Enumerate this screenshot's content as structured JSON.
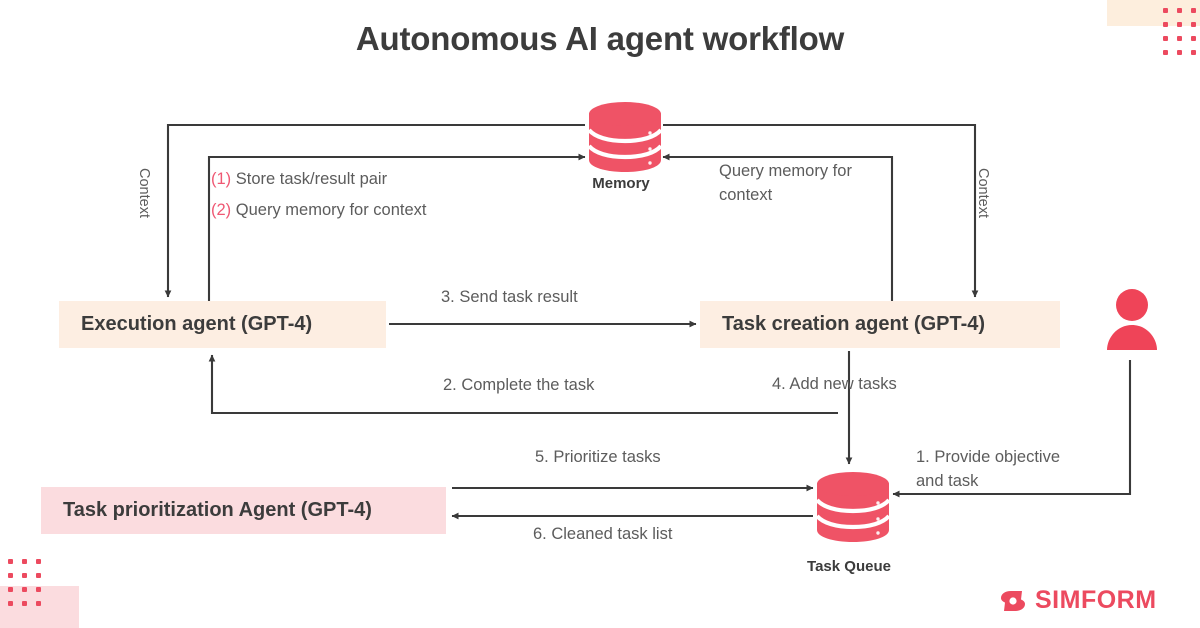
{
  "title": "Autonomous AI agent workflow",
  "nodes": {
    "execution_agent": "Execution agent (GPT-4)",
    "task_creation_agent": "Task creation agent (GPT-4)",
    "task_prioritization_agent": "Task prioritization Agent (GPT-4)",
    "memory": "Memory",
    "task_queue": "Task Queue"
  },
  "memory_notes": {
    "num1": "(1)",
    "text1": "Store task/result pair",
    "num2": "(2)",
    "text2": "Query memory for context"
  },
  "edges": {
    "query_memory_right": "Query memory for context",
    "provide_objective": "1. Provide objective and task",
    "complete_task": "2. Complete the task",
    "send_task_result": "3. Send task result",
    "add_new_tasks": "4. Add new tasks",
    "prioritize_tasks": "5. Prioritize tasks",
    "cleaned_task_list": "6. Cleaned task list",
    "context_left": "Context",
    "context_right": "Context"
  },
  "brand": {
    "name": "SIMFORM"
  },
  "colors": {
    "accent_pink": "#ec4a5f",
    "cylinder": "#ef5366",
    "box_cream": "#fdeee2",
    "box_pink": "#fbdcdf",
    "text_dark": "#3c3c3c",
    "text_muted": "#5c5c5c",
    "wire": "#3a3a3a"
  }
}
